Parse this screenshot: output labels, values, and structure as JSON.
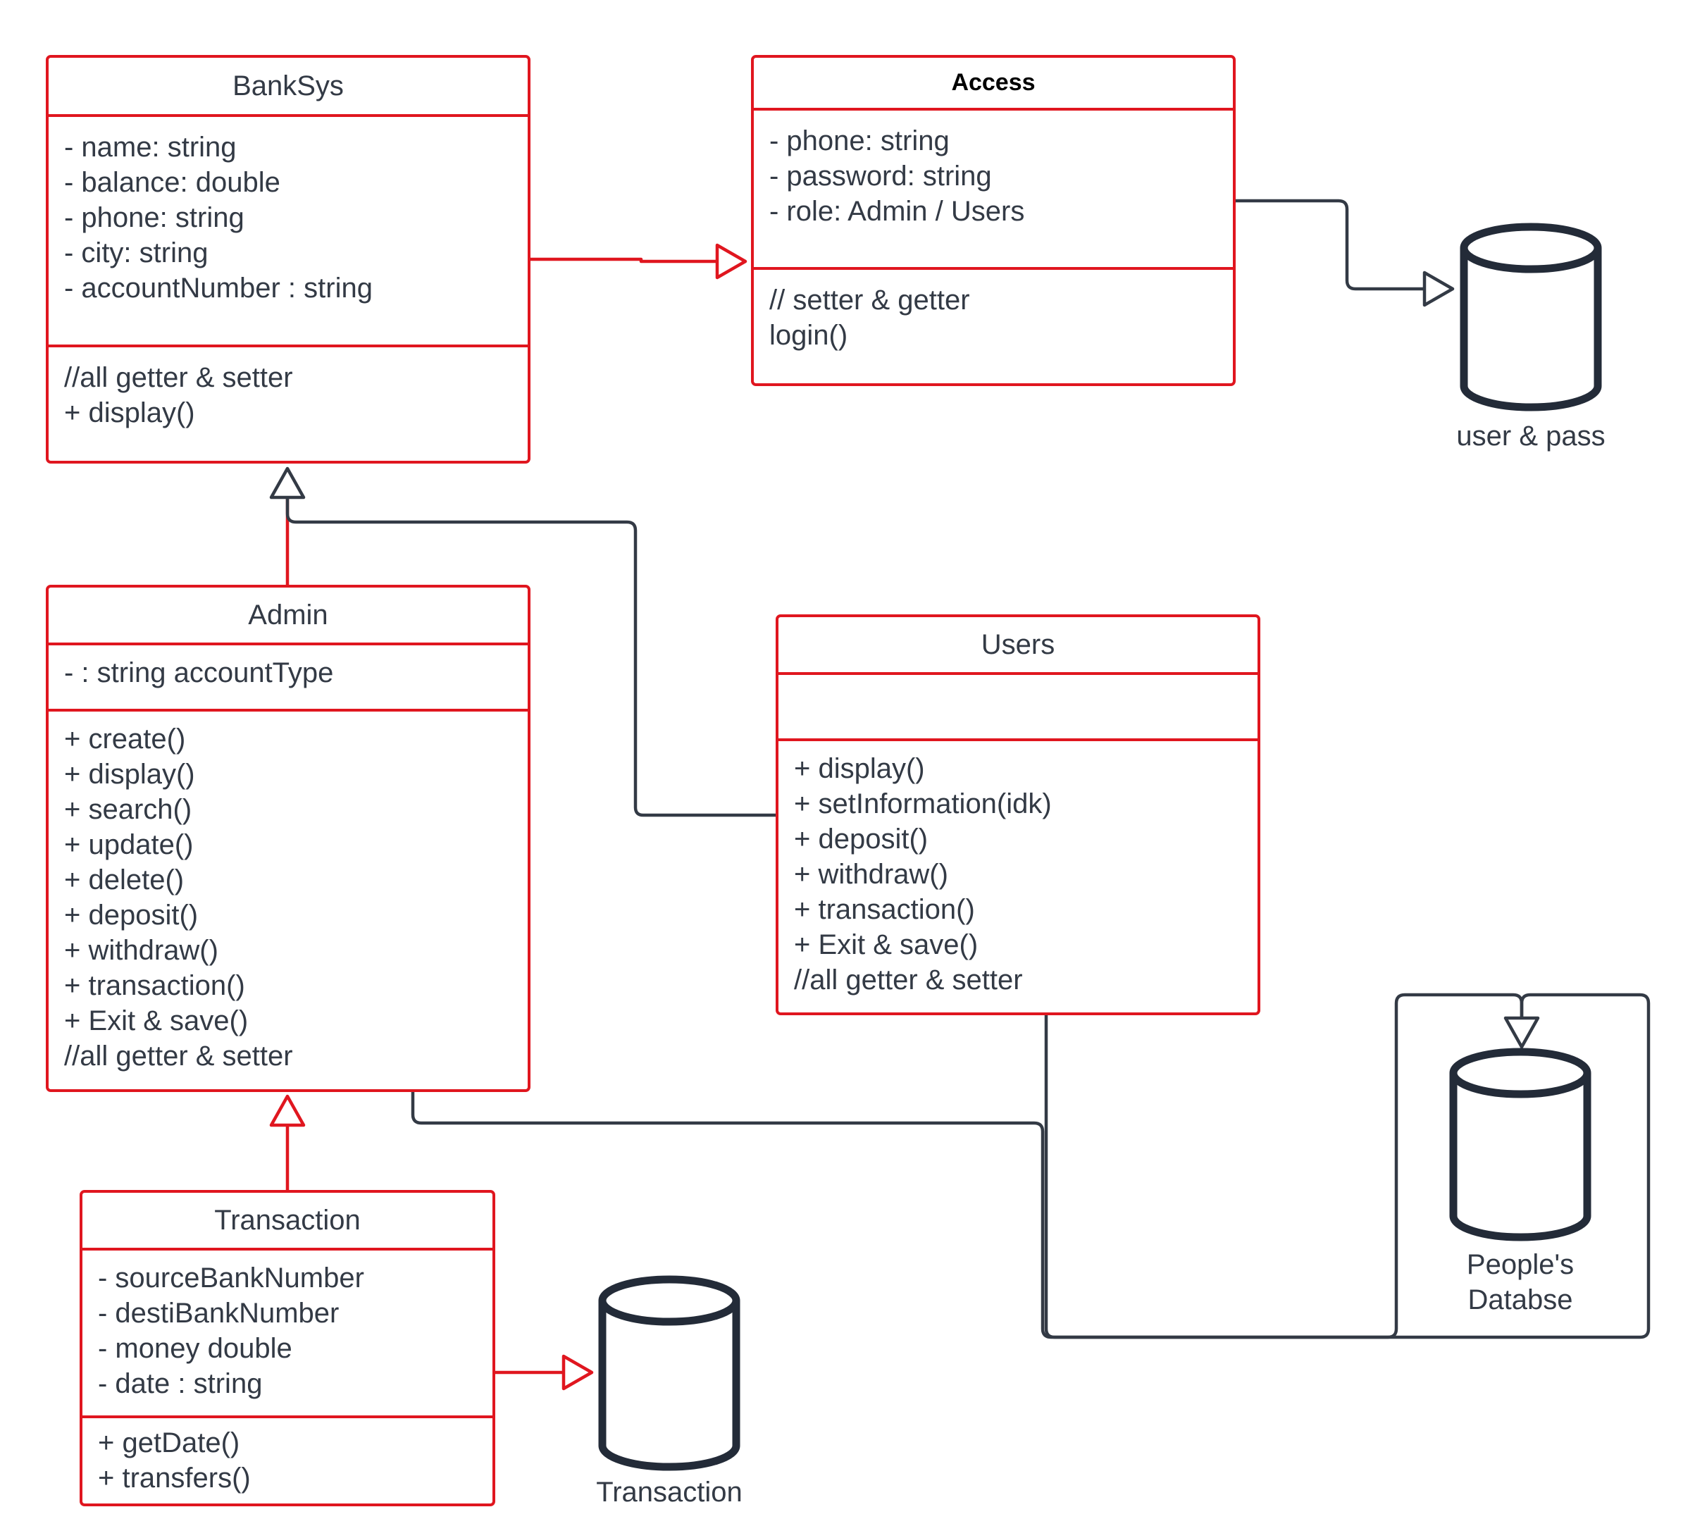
{
  "colors": {
    "class_border": "#e0161f",
    "connector": "#333a45",
    "database": "#232b38"
  },
  "classes": {
    "banksys": {
      "title": "BankSys",
      "attributes": [
        "- name: string",
        "- balance: double",
        "- phone: string",
        "- city: string",
        "- accountNumber : string"
      ],
      "methods": [
        "//all getter & setter",
        "+ display()"
      ]
    },
    "access": {
      "title": "Access",
      "attributes": [
        "- phone: string",
        "- password: string",
        "- role: Admin / Users"
      ],
      "methods": [
        "// setter & getter",
        "login()"
      ]
    },
    "admin": {
      "title": "Admin",
      "attributes": [
        "- : string accountType"
      ],
      "methods": [
        "+ create()",
        "+ display()",
        "+ search()",
        "+ update()",
        "+ delete()",
        "+ deposit()",
        "+ withdraw()",
        "+ transaction()",
        "+ Exit & save()",
        "//all getter & setter"
      ]
    },
    "users": {
      "title": "Users",
      "attributes": [],
      "methods": [
        "+ display()",
        "+ setInformation(idk)",
        "+ deposit()",
        "+ withdraw()",
        "+ transaction()",
        "+ Exit & save()",
        "//all getter & setter"
      ]
    },
    "transaction": {
      "title": "Transaction",
      "attributes": [
        "- sourceBankNumber",
        "- destiBankNumber",
        "- money double",
        "- date : string"
      ],
      "methods": [
        "+ getDate()",
        "+ transfers()"
      ]
    }
  },
  "databases": {
    "userpass": {
      "label": "user & pass"
    },
    "people": {
      "label": "People's\nDatabse"
    },
    "transaction": {
      "label": "Transaction"
    }
  }
}
